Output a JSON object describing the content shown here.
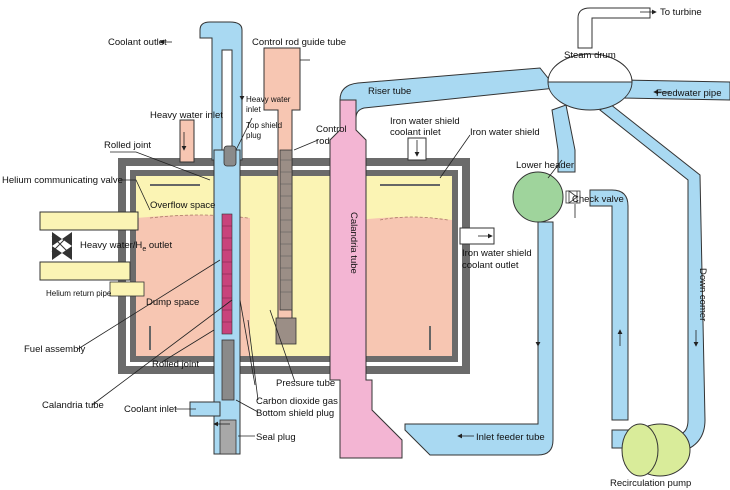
{
  "labels": {
    "coolant_outlet": "Coolant outlet",
    "control_rod_guide_tube": "Control rod guide tube",
    "to_turbine": "To turbine",
    "steam_drum": "Steam drum",
    "heavy_water_inlet_top": "Heavy water",
    "heavy_water_inlet_top2": "inlet",
    "heavy_water_inlet": "Heavy water inlet",
    "riser_tube": "Riser tube",
    "feedwater_pipe": "Feedwater pipe",
    "top_shield_plug_1": "Top shield",
    "top_shield_plug_2": "plug",
    "control_rod_1": "Control",
    "control_rod_2": "rod",
    "iron_water_shield_coolant_inlet_1": "Iron water shield",
    "iron_water_shield_coolant_inlet_2": "coolant inlet",
    "iron_water_shield": "Iron water shield",
    "rolled_joint_top": "Rolled joint",
    "helium_communicating_valve": "Helium communicating valve",
    "overflow_space": "Overflow space",
    "lower_header": "Lower header",
    "check_valve": "Check valve",
    "heavy_water_he_outlet": "Heavy water/H",
    "heavy_water_he_outlet_sub": "e",
    "heavy_water_he_outlet_tail": " outlet",
    "iron_water_shield_coolant_outlet_1": "Iron water shield",
    "iron_water_shield_coolant_outlet_2": "coolant outlet",
    "helium_return_pipe": "Helium return pipe",
    "calandria_tube_vertical": "Calandria tube",
    "dump_space": "Dump space",
    "down_comer": "Down comer",
    "fuel_assembly": "Fuel assembly",
    "rolled_joint_bottom": "Rolled joint",
    "pressure_tube": "Pressure tube",
    "calandria_tube": "Calandria tube",
    "carbon_dioxide_gas": "Carbon dioxide gas",
    "coolant_inlet": "Coolant inlet",
    "bottom_shield_plug": "Bottom shield plug",
    "inlet_feeder_tube": "Inlet feeder tube",
    "seal_plug": "Seal plug",
    "recirculation_pump": "Recirculation pump"
  },
  "colors": {
    "light_water": "#a9d9f2",
    "heavy_water": "#f7c6b2",
    "moderator": "#fbf4b4",
    "riser": "#f3b5d3",
    "shield": "#6b6b6b",
    "header": "#9fd49c",
    "pump": "#d9ec9a",
    "fuel": "#c8437c",
    "control_rod": "#9b8e86"
  }
}
